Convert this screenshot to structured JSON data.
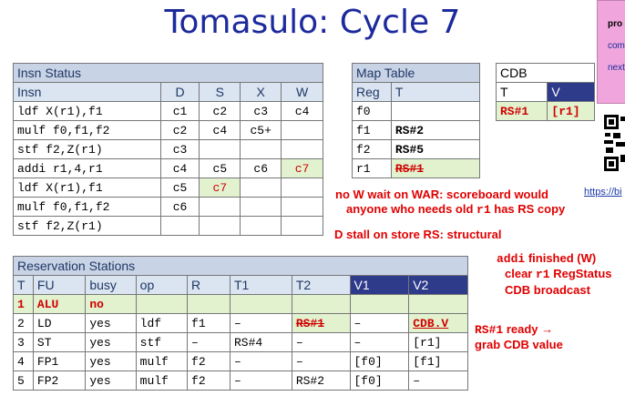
{
  "title": "Tomasulo: Cycle 7",
  "side_panel": {
    "line1": "pro",
    "line2": "com",
    "line3": "next"
  },
  "link_text": "https://bi",
  "insn_status": {
    "caption": "Insn Status",
    "headers": [
      "Insn",
      "D",
      "S",
      "X",
      "W"
    ],
    "rows": [
      [
        "ldf X(r1),f1",
        "c1",
        "c2",
        "c3",
        "c4"
      ],
      [
        "mulf f0,f1,f2",
        "c2",
        "c4",
        "c5+",
        ""
      ],
      [
        "stf f2,Z(r1)",
        "c3",
        "",
        "",
        ""
      ],
      [
        "addi r1,4,r1",
        "c4",
        "c5",
        "c6",
        "c7"
      ],
      [
        "ldf X(r1),f1",
        "c5",
        "c7",
        "",
        ""
      ],
      [
        "mulf f0,f1,f2",
        "c6",
        "",
        "",
        ""
      ],
      [
        "stf f2,Z(r1)",
        "",
        "",
        "",
        ""
      ]
    ]
  },
  "map_table": {
    "caption": "Map Table",
    "headers": [
      "Reg",
      "T"
    ],
    "rows": [
      [
        "f0",
        ""
      ],
      [
        "f1",
        "RS#2"
      ],
      [
        "f2",
        "RS#5"
      ],
      [
        "r1",
        "RS#1"
      ]
    ]
  },
  "cdb": {
    "caption": "CDB",
    "headers": [
      "T",
      "V"
    ],
    "row": [
      "RS#1",
      "[r1]"
    ]
  },
  "reservation_stations": {
    "caption": "Reservation Stations",
    "headers": [
      "T",
      "FU",
      "busy",
      "op",
      "R",
      "T1",
      "T2",
      "V1",
      "V2"
    ],
    "rows": [
      [
        "1",
        "ALU",
        "no",
        "",
        "",
        "",
        "",
        "",
        ""
      ],
      [
        "2",
        "LD",
        "yes",
        "ldf",
        "f1",
        "–",
        "RS#1",
        "–",
        "CDB.V"
      ],
      [
        "3",
        "ST",
        "yes",
        "stf",
        "–",
        "RS#4",
        "–",
        "–",
        "[r1]"
      ],
      [
        "4",
        "FP1",
        "yes",
        "mulf",
        "f2",
        "–",
        "–",
        "[f0]",
        "[f1]"
      ],
      [
        "5",
        "FP2",
        "yes",
        "mulf",
        "f2",
        "–",
        "RS#2",
        "[f0]",
        "–"
      ]
    ]
  },
  "notes": {
    "war_line1": "no W wait on WAR: scoreboard would",
    "war_line2_pre": "anyone who needs old ",
    "war_line2_code": "r1",
    "war_line2_post": " has RS copy",
    "stall": "D stall on store RS: structural",
    "addi_code": "addi",
    "addi_rest": " finished (W)",
    "clear_pre": "clear ",
    "clear_code": "r1",
    "clear_post": " RegStatus",
    "cdb_broadcast": "CDB broadcast",
    "rs1_code": "RS#1",
    "rs1_rest": " ready →",
    "grab": "grab CDB value"
  },
  "colors": {
    "title": "#1c2a9c",
    "note_red": "#e00000",
    "highlight_green": "#e2f2cf",
    "header_dark": "#2e3a8a"
  }
}
